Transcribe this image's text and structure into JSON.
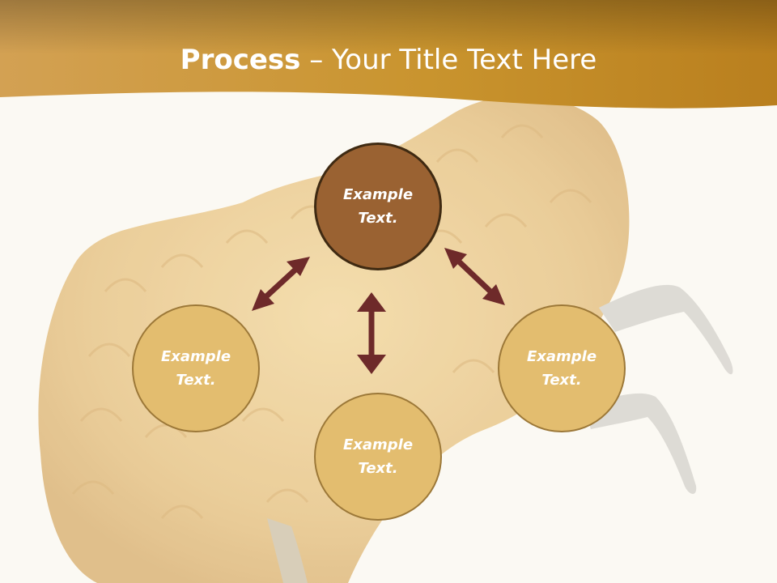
{
  "title": {
    "bold": "Process",
    "dash": " – ",
    "rest": "Your Title Text Here"
  },
  "nodes": {
    "top": {
      "label": "Example\nText."
    },
    "left": {
      "label": "Example\nText."
    },
    "right": {
      "label": "Example\nText."
    },
    "bottom": {
      "label": "Example\nText."
    }
  },
  "colors": {
    "header_gold": "#c9942e",
    "node_top_fill": "#9a6232",
    "node_fill": "#e3bd6f",
    "node_border": "#3f2a12",
    "node_border_light": "#9c7838",
    "arrow": "#6e2a2a",
    "background": "#fbf9f3"
  }
}
